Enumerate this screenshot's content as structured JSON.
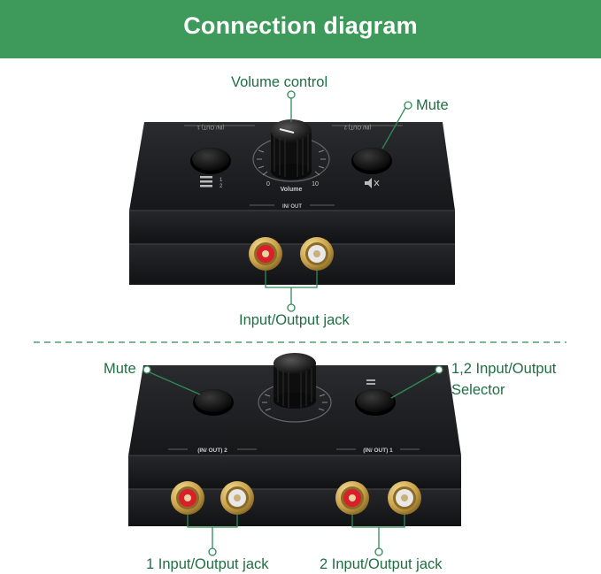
{
  "header": {
    "title": "Connection diagram"
  },
  "top_view": {
    "callouts": {
      "volume_control": "Volume control",
      "mute": "Mute",
      "jack": "Input/Output jack"
    },
    "device": {
      "label_in_out": "IN/ OUT",
      "label_in_out_1": "(IN/ OUT) 1",
      "label_in_out_2": "(IN/ OUT) 2",
      "volume_label": "Volume",
      "scale_min": "0",
      "scale_max": "10",
      "selector_1": "1",
      "selector_2": "2"
    }
  },
  "bottom_view": {
    "callouts": {
      "mute": "Mute",
      "selector_line1": "1,2 Input/Output",
      "selector_line2": "Selector",
      "jack_1": "1 Input/Output jack",
      "jack_2": "2 Input/Output jack"
    },
    "device": {
      "label_in_out_2": "(IN/ OUT) 2",
      "label_in_out_1": "(IN/ OUT) 1"
    }
  },
  "colors": {
    "banner": "#3d9a5a",
    "callout_text": "#1f6e43",
    "callout_line": "#2e8b57",
    "device_body": "#1b1c1e",
    "jack_red": "#d9202a",
    "jack_white": "#e8e8e8",
    "jack_gold": "#c9a24a"
  }
}
